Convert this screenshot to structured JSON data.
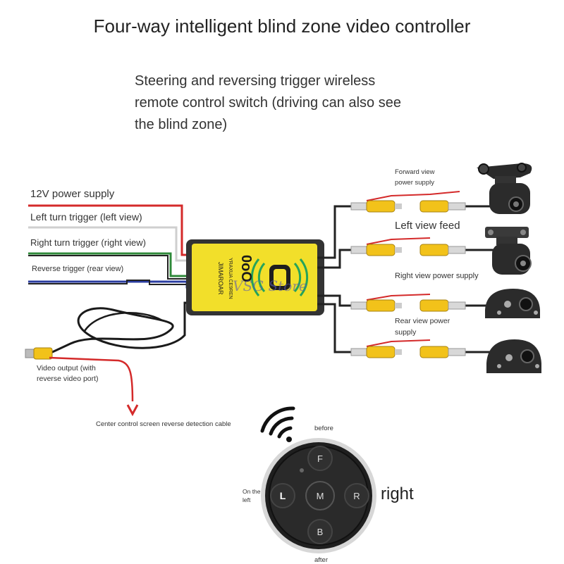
{
  "title": "Four-way intelligent blind zone video controller",
  "subtitle": "Steering and reversing trigger wireless\nremote control switch (driving can also see\n the blind zone)",
  "inputs": {
    "power": "12V power supply",
    "left_trigger": "Left turn trigger (left view)",
    "right_trigger": "Right turn trigger (right view)",
    "reverse_trigger": "Reverse trigger (rear view)"
  },
  "outputs": {
    "forward_power": "Forward view\npower supply",
    "left_feed": "Left view feed",
    "right_power": "Right view power supply",
    "rear_power": "Rear view power\nsupply"
  },
  "video_output": "Video output (with\nreverse video port)",
  "detection_cable": "Center control screen reverse detection cable",
  "controller_box": {
    "brand": "JIMAROAR",
    "model": "YRAXUA CE9REN",
    "logo": "0oO"
  },
  "watermark": "VSG Store",
  "remote": {
    "before": "before",
    "after": "after",
    "left": "On the\nleft",
    "right": "right",
    "buttons": {
      "f": "F",
      "l": "L",
      "m": "M",
      "r": "R",
      "b": "B"
    }
  },
  "colors": {
    "power_wire": "#d42a2a",
    "left_wire": "#d9d9d9",
    "right_wire": "#2f8a3a",
    "reverse_wire": "#2a3ca0",
    "box": "#f2df2a",
    "rca": "#f2c21a",
    "remote": "#222222"
  }
}
